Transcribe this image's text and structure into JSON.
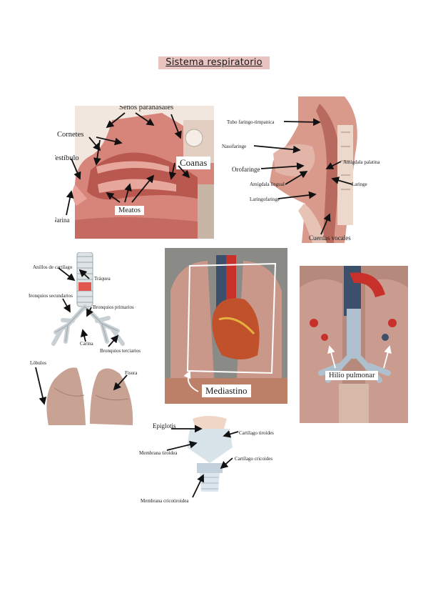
{
  "page": {
    "title": "Sistema respiratorio"
  },
  "nasal": {
    "senos": "Senos paranasales",
    "cornetes": "Cornetes",
    "vestibulo": "Vestíbulo",
    "coanas": "Coanas",
    "narina": "Narina",
    "meatos": "Meatos"
  },
  "pharynx": {
    "tubo": "Tubo faringo-timpanica",
    "nasofaringe": "Nasofaringe",
    "orofaringe": "Orofaringe",
    "amigdala_lingual": "Amígdala lingual",
    "amigdala_palatina": "Amígdala palatina",
    "laringe": "Laringe",
    "laringofaringe": "Laringofaringe",
    "cuerdas": "Cuerdas vocales"
  },
  "bronchi": {
    "anillos": "Anillos de cartílago",
    "traquea": "Tráquea",
    "secundarios": "Bronquios secundarios",
    "primarios": "Bronquios primarios",
    "carina": "Carina",
    "terciarios": "Bronquios terciarios"
  },
  "lungs": {
    "lobulos": "Lóbulos",
    "fisura": "Fisura"
  },
  "mediastino": {
    "label": "Mediastino"
  },
  "hilio": {
    "label": "Hilio pulmonar"
  },
  "larynx": {
    "epiglotis": "Epiglotis",
    "tiroides": "Cartílago tiroides",
    "membrana_tiroidea": "Membrana tiroidea",
    "cricoides": "Cartílago cricoides",
    "cricotiroidea": "Membrana cricotiroidea"
  },
  "colors": {
    "title_bg": "#e9c4c1",
    "tissue": "#d6857a",
    "tissue_dark": "#a9473f",
    "lung": "#c99a8b",
    "heart": "#c0512a",
    "vessel_red": "#c8302a",
    "vessel_blue": "#3c4f6b",
    "background_gray": "#8a8a86"
  }
}
